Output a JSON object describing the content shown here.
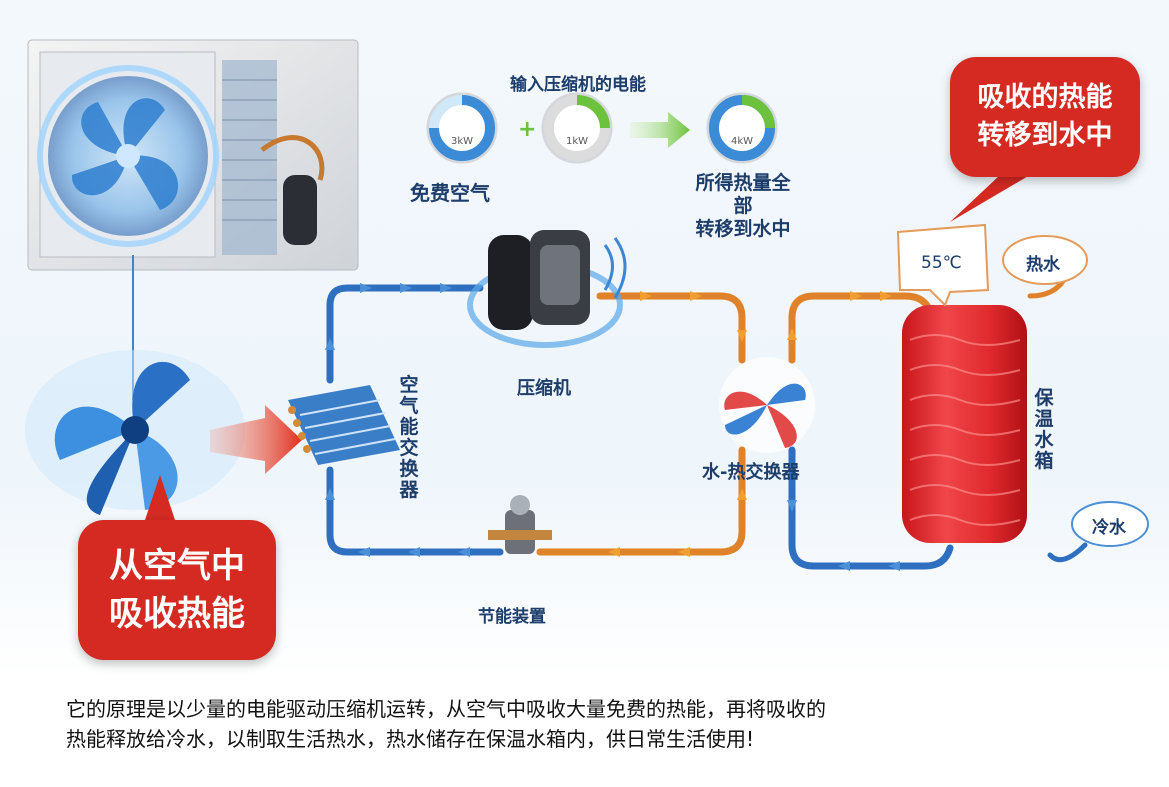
{
  "header_label": "输入压缩机的电能",
  "gauges": [
    {
      "value": "3kW",
      "caption": "免费空气",
      "fill": 0.25
    },
    {
      "value": "1kW",
      "caption": "",
      "fill": 0.25
    },
    {
      "value": "4kW",
      "caption_lines": [
        "所得热量全部",
        "转移到水中"
      ],
      "fill": 1.0
    }
  ],
  "plus_sign": "+",
  "components": {
    "compressor": "压缩机",
    "air_exchanger": "空气能交换器",
    "water_exchanger": "水-热交换器",
    "valve": "节能装置",
    "tank": "保温水箱"
  },
  "bubbles": {
    "top_right": [
      "吸收的热能",
      "转移到水中"
    ],
    "bottom_left": [
      "从空气中",
      "吸收热能"
    ]
  },
  "clouds": {
    "temp": "55℃",
    "hot_water": "热水",
    "cold_water": "冷水"
  },
  "description": [
    "它的原理是以少量的电能驱动压缩机运转，从空气中吸收大量免费的热能，再将吸收的",
    "热能释放给冷水，以制取生活热水，热水储存在保温水箱内，供日常生活使用!"
  ],
  "colors": {
    "cold_pipe": "#2f6fc0",
    "hot_pipe": "#e0822a",
    "accent_red": "#d42a22",
    "label_text": "#1d3d6b"
  }
}
